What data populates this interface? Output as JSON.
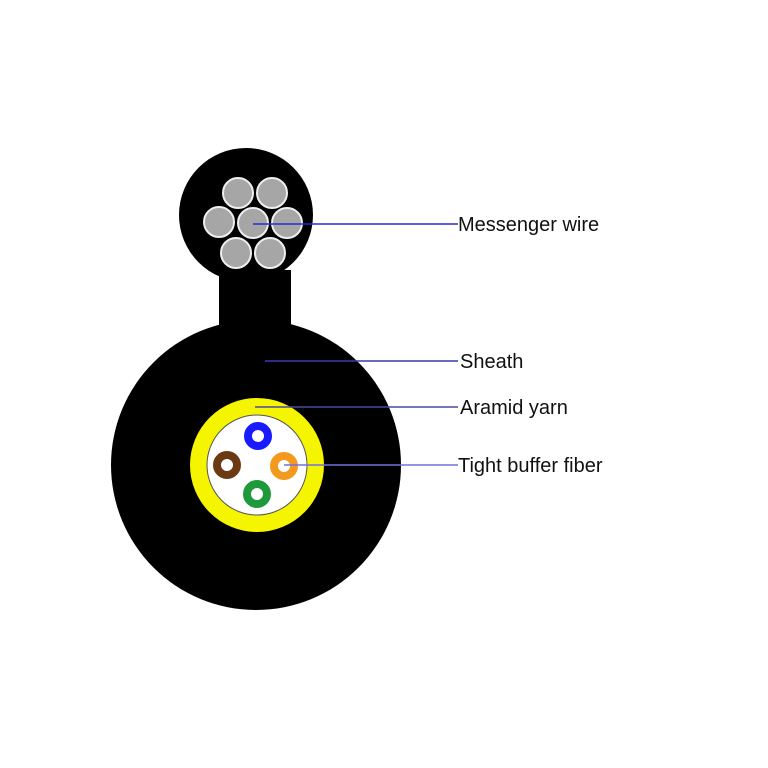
{
  "labels": {
    "messenger": "Messenger wire",
    "sheath": "Sheath",
    "aramid": "Aramid yarn",
    "fiber": "Tight buffer fiber"
  },
  "colors": {
    "sheath": "#000000",
    "wire": "#a6a6a6",
    "aramid": "#f5f500",
    "core": "#ffffff",
    "leader": "#2020c0",
    "fibers": [
      "#1a1aff",
      "#6b3a13",
      "#f39a1e",
      "#1f9a3a"
    ]
  }
}
